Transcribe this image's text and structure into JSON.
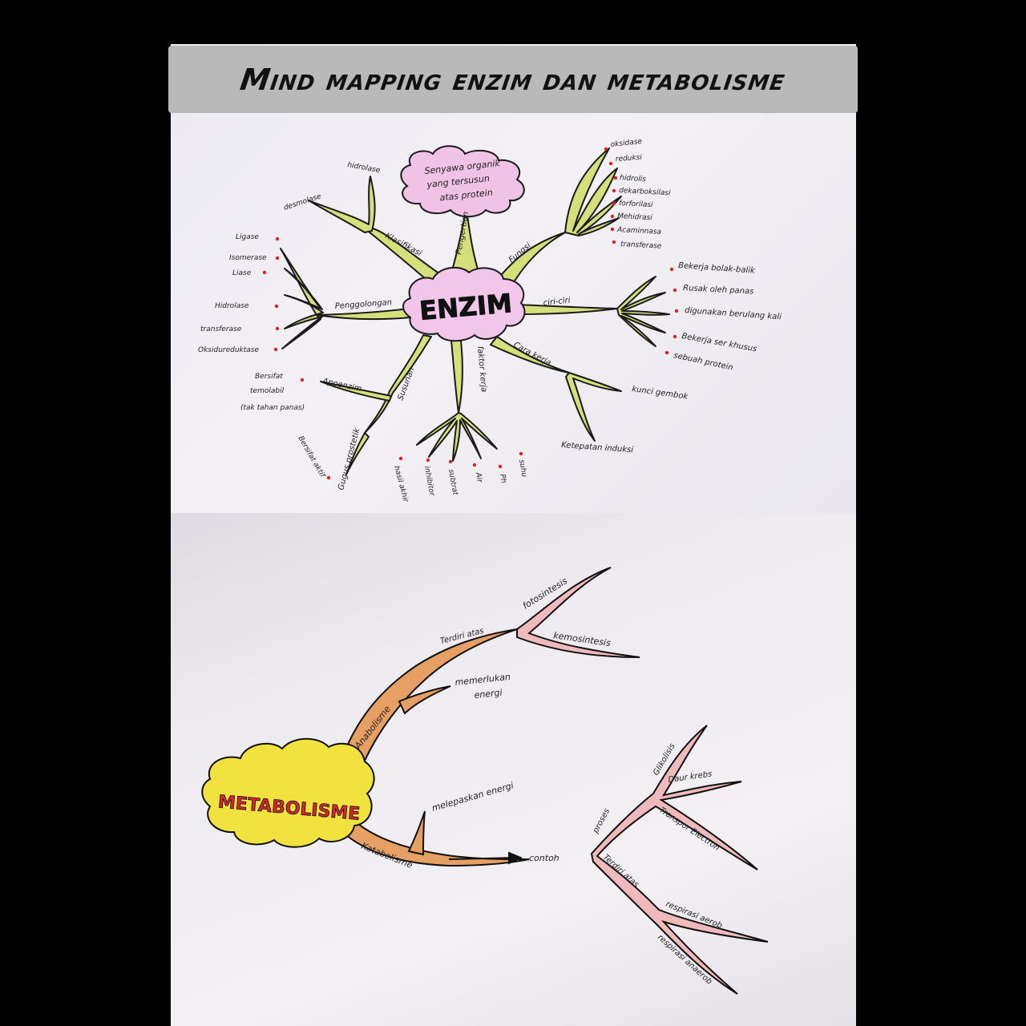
{
  "title": "Mind mapping enzim dan metabolisme",
  "enzim": {
    "center": "ENZIM",
    "pengertian": {
      "label": "Pengertian",
      "cloud": [
        "Senyawa organik",
        "yang tersusun",
        "atas protein"
      ]
    },
    "klasifikasi": {
      "label": "Klasifikasi",
      "items": [
        "desmolase",
        "hidrolase"
      ]
    },
    "fungsi": {
      "label": "Fungsi",
      "items": [
        "oksidase",
        "reduksi",
        "hidrolis",
        "dekarboksilasi",
        "forforilasi",
        "Mehidrasi",
        "Acaminnasa",
        "transferase"
      ]
    },
    "penggolongan": {
      "label": "Penggolongan",
      "items": [
        "Ligase",
        "Isomerase",
        "Liase",
        "Hidrolase",
        "transferase",
        "Oksidureduktase"
      ]
    },
    "ciri": {
      "label": "ciri-ciri",
      "items": [
        "Bekerja bolak-balik",
        "Rusak oleh panas",
        "digunakan berulang kali",
        "Bekerja ser khusus",
        "sebuah protein"
      ]
    },
    "cara": {
      "label": "Cara kerja",
      "items": [
        "kunci gembok",
        "Ketepatan induksi"
      ]
    },
    "faktor": {
      "label": "faktor kerja",
      "items": [
        "hasil akhir",
        "inhibitor",
        "subtrat",
        "Air",
        "Ph",
        "suhu"
      ]
    },
    "susunan": {
      "label": "Susunan",
      "apoenzim": "Apoenzim",
      "apo_notes": [
        "Bersifat",
        "temolabil",
        "(tak tahan panas)"
      ],
      "gugus": "Gugus prostetik",
      "gugus_note": "Bersifat aktif"
    }
  },
  "metabolisme": {
    "center": "METABOLISME",
    "anabolisme": {
      "label": "Anabolisme",
      "terdiri": "Terdiri atas",
      "items": [
        "fotosintesis",
        "kemosintesis"
      ],
      "energi": [
        "memerlukan",
        "energi"
      ]
    },
    "katabolisme": {
      "label": "Katabolisme",
      "energi": "melepaskan energi",
      "contoh": "contoh",
      "proses": "proses",
      "proses_items": [
        "Glikolisis",
        "Daur krebs",
        "Transpor Electron"
      ],
      "terdiri": "Terdiri atas",
      "resp_items": [
        "respirasi aerob",
        "respirasi anaerob"
      ]
    }
  },
  "colors": {
    "enzim_branch": "#d6e07a",
    "enzim_cloud": "#f0c2e6",
    "anabolisme": "#e7a063",
    "katabolisme": "#e7a063",
    "meta_cloud": "#f2e23f",
    "meta_text": "#d8262e",
    "red_branch": "#f0b9bb"
  }
}
